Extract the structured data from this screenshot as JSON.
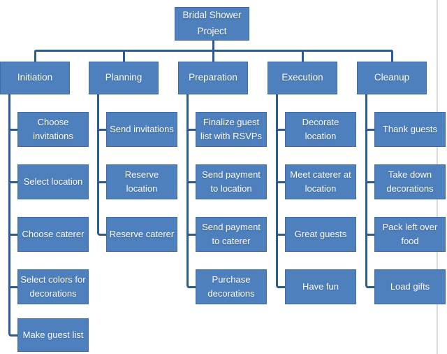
{
  "diagram": {
    "root_label": "Bridal Shower Project",
    "columns": [
      {
        "label": "Initiation",
        "children": [
          "Choose invitations",
          "Select location",
          "Choose caterer",
          "Select colors for decorations",
          "Make guest list"
        ]
      },
      {
        "label": "Planning",
        "children": [
          "Send invitations",
          "Reserve location",
          "Reserve caterer"
        ]
      },
      {
        "label": "Preparation",
        "children": [
          "Finalize guest list with RSVPs",
          "Send payment to location",
          "Send payment to caterer",
          "Purchase decorations"
        ]
      },
      {
        "label": "Execution",
        "children": [
          "Decorate location",
          "Meet caterer at location",
          "Great guests",
          "Have fun"
        ]
      },
      {
        "label": "Cleanup",
        "children": [
          "Thank guests",
          "Take down decorations",
          "Pack left over food",
          "Load gifts"
        ]
      }
    ],
    "colors": {
      "node_fill": "#4e80bd",
      "node_border": "#3f6ca6",
      "node_text": "#ffffff",
      "connector": "#2d5b96",
      "page_edge": "#d9d9d9"
    }
  }
}
